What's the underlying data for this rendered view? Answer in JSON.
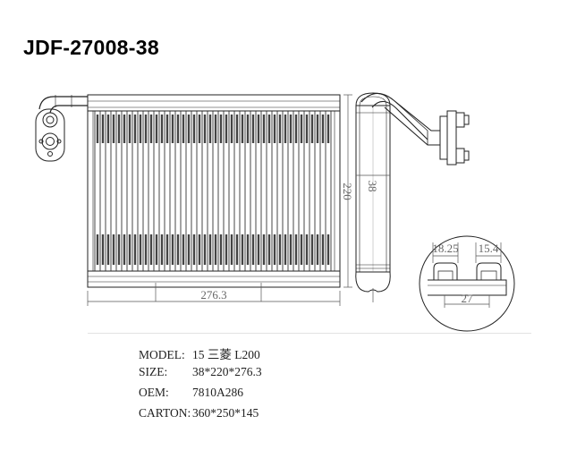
{
  "title": "JDF-27008-38",
  "dimensions": {
    "width": "276.3",
    "height": "220",
    "depth": "38",
    "detail_left": "18.25",
    "detail_right": "15.4",
    "detail_bottom": "27"
  },
  "specs": [
    {
      "label": "MODEL:",
      "value": "15  三菱  L200"
    },
    {
      "label": "SIZE:",
      "value": "38*220*276.3"
    },
    {
      "label": "OEM:",
      "value": "7810A286"
    },
    {
      "label": "CARTON:",
      "value": "360*250*145"
    }
  ]
}
